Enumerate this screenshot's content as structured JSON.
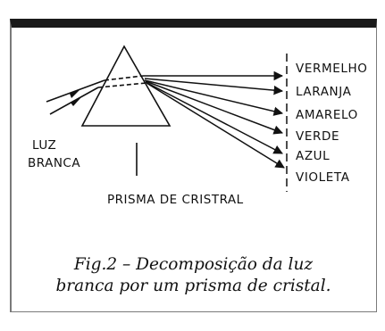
{
  "labels": {
    "light_line1": "LUZ",
    "light_line2": "BRANCA",
    "prism": "PRISMA DE CRISTRAL"
  },
  "spectrum": [
    "VERMELHO",
    "LARANJA",
    "AMARELO",
    "VERDE",
    "AZUL",
    "VIOLETA"
  ],
  "caption": {
    "line1": "Fig.2 – Decomposição da luz",
    "line2": "branca por um prisma de cristal."
  },
  "colors": {
    "ink": "#111111",
    "frame_top": "#1a1a1a",
    "frame_side": "#7a7a7a"
  }
}
